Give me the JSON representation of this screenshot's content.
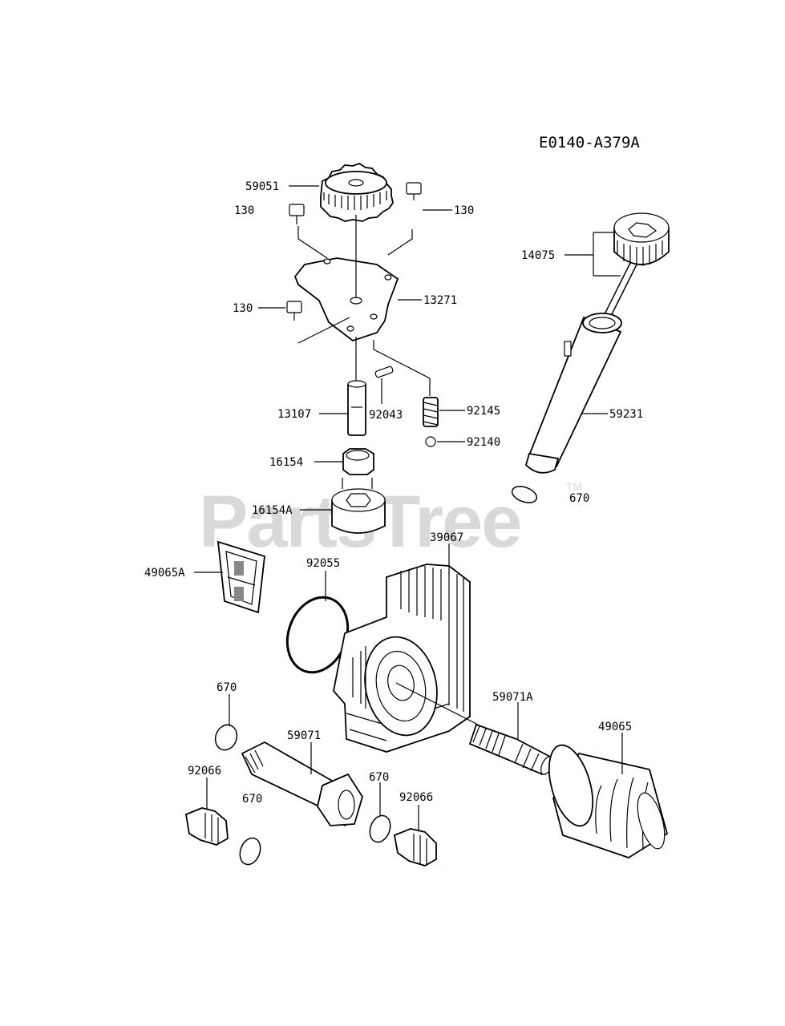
{
  "diagram_code": "E0140-A379A",
  "watermark": {
    "text": "PartsTree",
    "mark": "TM"
  },
  "labels": {
    "p59051": "59051",
    "p130_left_top": "130",
    "p130_right_top": "130",
    "p130_left_mid": "130",
    "p13271": "13271",
    "p13107": "13107",
    "p92043": "92043",
    "p92145": "92145",
    "p92140": "92140",
    "p16154": "16154",
    "p16154A": "16154A",
    "p14075": "14075",
    "p59231": "59231",
    "p670_top": "670",
    "p49065A": "49065A",
    "p92055": "92055",
    "p39067": "39067",
    "p670_left": "670",
    "p59071": "59071",
    "p59071A": "59071A",
    "p49065": "49065",
    "p92066_left": "92066",
    "p670_low": "670",
    "p670_mid": "670",
    "p92066_right": "92066"
  }
}
